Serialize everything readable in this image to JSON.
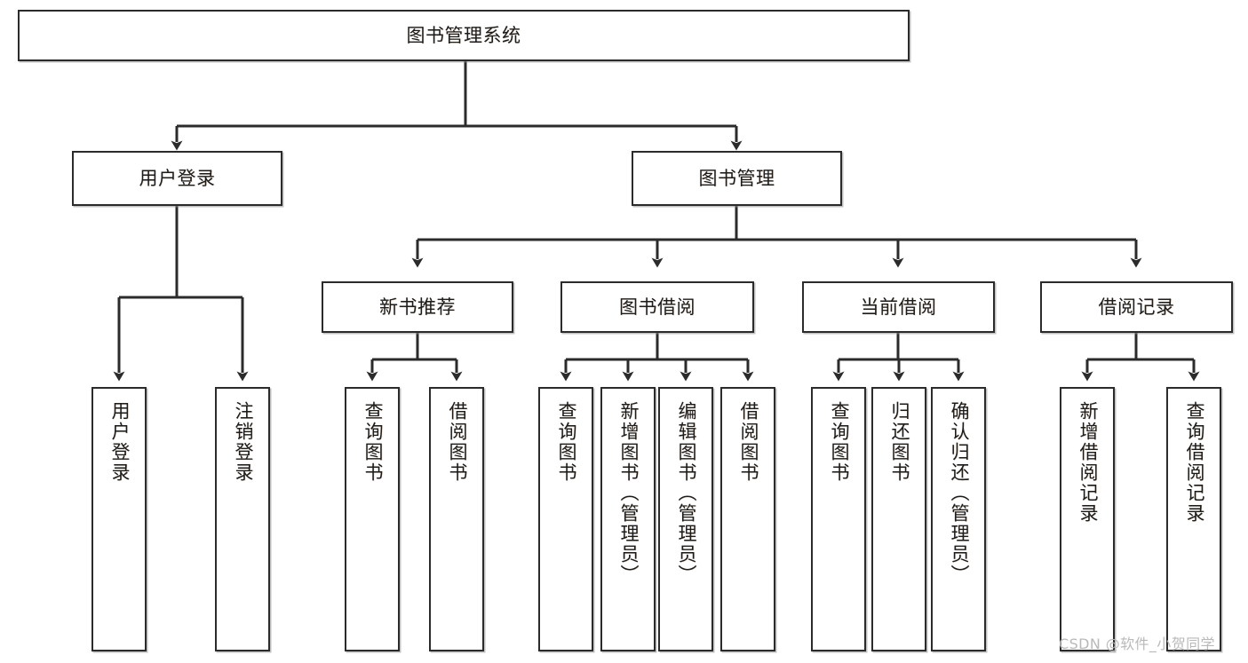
{
  "diagram": {
    "title_node": {
      "label": "图书管理系统"
    },
    "level2": [
      {
        "label": "用户登录"
      },
      {
        "label": "图书管理"
      }
    ],
    "level3": [
      {
        "label": "新书推荐"
      },
      {
        "label": "图书借阅"
      },
      {
        "label": "当前借阅"
      },
      {
        "label": "借阅记录"
      }
    ],
    "leaves": {
      "user_login": [
        {
          "label": "用户登录"
        },
        {
          "label": "注销登录"
        }
      ],
      "new_book_recommend": [
        {
          "label": "查询图书"
        },
        {
          "label": "借阅图书"
        }
      ],
      "book_borrow": [
        {
          "label": "查询图书"
        },
        {
          "label": "新增图书（管理员）"
        },
        {
          "label": "编辑图书（管理员）"
        },
        {
          "label": "借阅图书"
        }
      ],
      "current_borrow": [
        {
          "label": "查询图书"
        },
        {
          "label": "归还图书"
        },
        {
          "label": "确认归还（管理员）"
        }
      ],
      "borrow_record": [
        {
          "label": "新增借阅记录"
        },
        {
          "label": "查询借阅记录"
        }
      ]
    }
  },
  "watermark": {
    "text": "CSDN @软件_小贺同学"
  },
  "colors": {
    "stroke": "#2b2b2b",
    "background": "#ffffff",
    "text": "#1c1c1c",
    "watermark": "#b9b9b9"
  }
}
